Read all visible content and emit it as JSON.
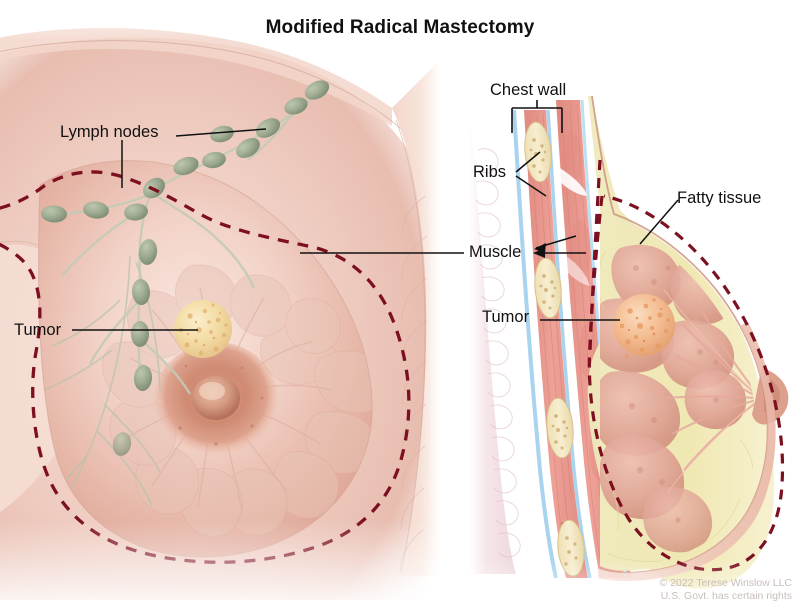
{
  "illustration": {
    "title": "Modified Radical Mastectomy",
    "panels": {
      "left": {
        "name": "front-view-breast",
        "labels": {
          "lymph_nodes": "Lymph nodes",
          "tumor": "Tumor"
        }
      },
      "right": {
        "name": "cross-section-breast",
        "labels": {
          "chest_wall": "Chest wall",
          "ribs": "Ribs",
          "muscle": "Muscle",
          "fatty_tissue": "Fatty tissue",
          "tumor": "Tumor"
        }
      }
    },
    "colors": {
      "excision_line": "#7d1020",
      "skin_light": "#f7e3dd",
      "skin_mid": "#eec4b8",
      "skin_deep": "#dda598",
      "lymph_node": "#9aa890",
      "lymph_vessel": "#bcc4ae",
      "tumor_front": "#f5dba4",
      "tumor_side": "#f3bd8e",
      "fat": "#eee7b4",
      "muscle": "#e8968c",
      "rib_bone": "#f2e6c2",
      "pleura": "#a9d4ef",
      "lung": "#f0dfe2",
      "gland": "#e0a69a",
      "label_text": "#111111",
      "copyright_text": "#c9bdb9"
    },
    "copyright": {
      "line1": "© 2022 Terese Winslow LLC",
      "line2": "U.S. Govt. has certain rights"
    }
  }
}
